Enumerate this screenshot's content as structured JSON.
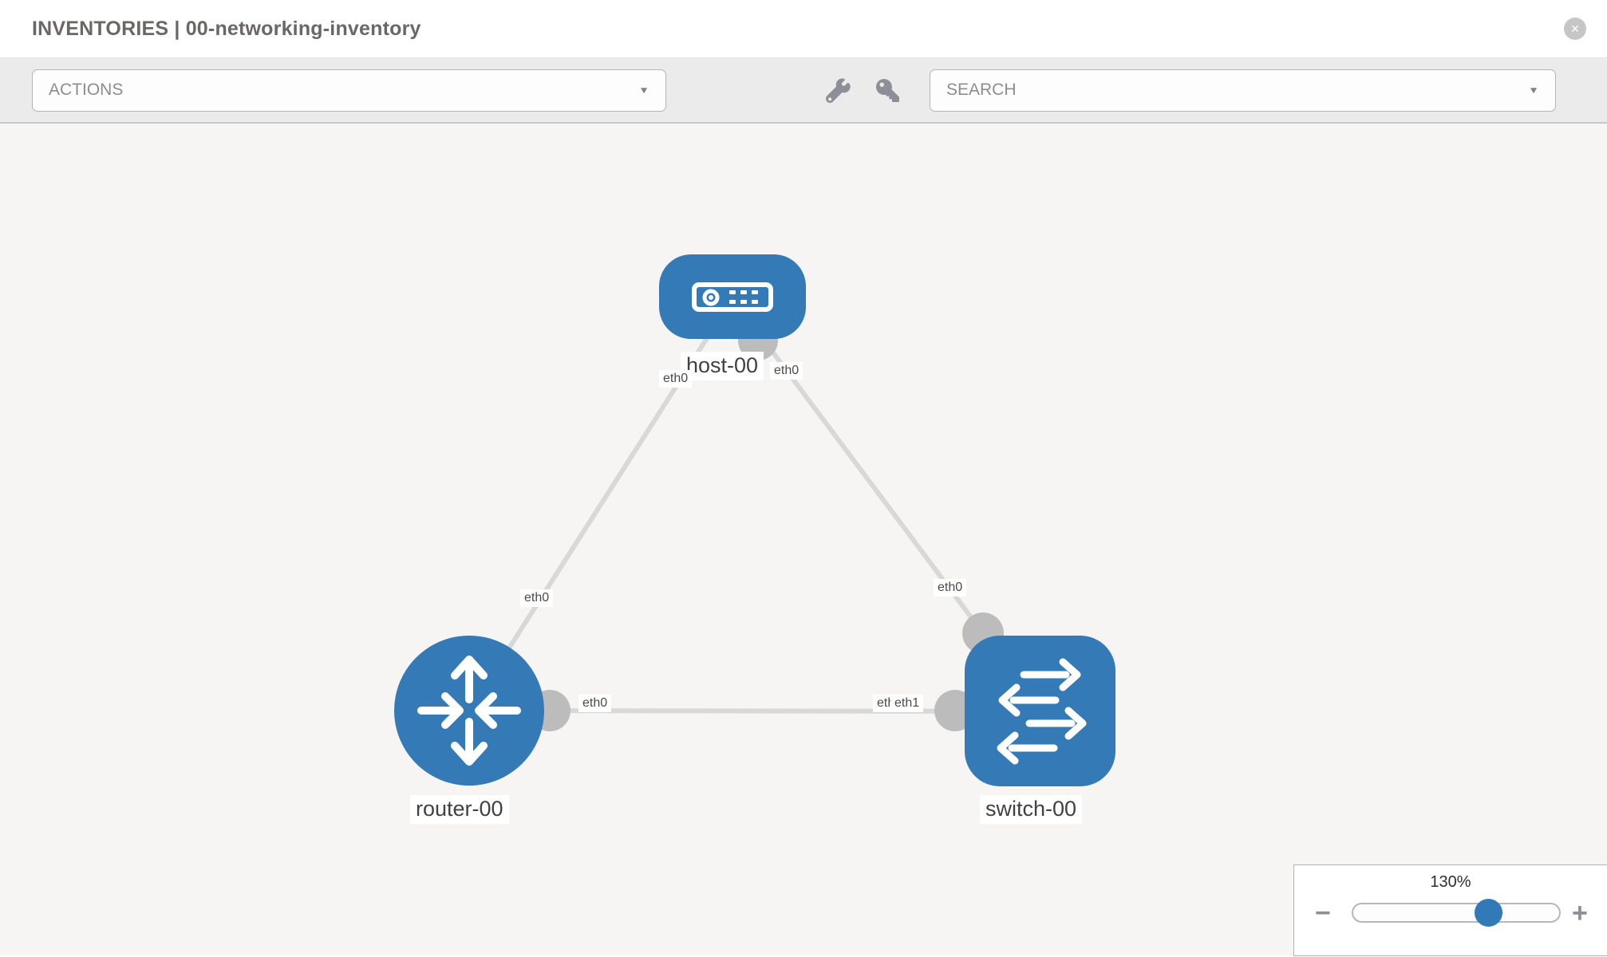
{
  "header": {
    "title": "INVENTORIES | 00-networking-inventory"
  },
  "toolbar": {
    "actions_label": "ACTIONS",
    "search_label": "SEARCH"
  },
  "icons": {
    "close": "✕",
    "caret": "▼",
    "wrench": "wrench-icon",
    "key": "key-icon",
    "minus": "−",
    "plus": "+"
  },
  "topology": {
    "nodes": [
      {
        "id": "host-00",
        "type": "host",
        "label": "host-00"
      },
      {
        "id": "router-00",
        "type": "router",
        "label": "router-00"
      },
      {
        "id": "switch-00",
        "type": "switch",
        "label": "switch-00"
      }
    ],
    "links": [
      {
        "from": "host-00",
        "to": "router-00",
        "from_interface": "eth0",
        "to_interface": "eth0"
      },
      {
        "from": "host-00",
        "to": "switch-00",
        "from_interface": "eth0",
        "to_interface": "eth0"
      },
      {
        "from": "router-00",
        "to": "switch-00",
        "from_interface": "eth0",
        "to_interface": "eth1",
        "overlapped_interface": "eth0"
      }
    ]
  },
  "zoom_control": {
    "level": "130%"
  },
  "colors": {
    "node_blue": "#337ab7",
    "link_gray": "#d8d8d8",
    "port_gray": "#bcbcbc"
  }
}
